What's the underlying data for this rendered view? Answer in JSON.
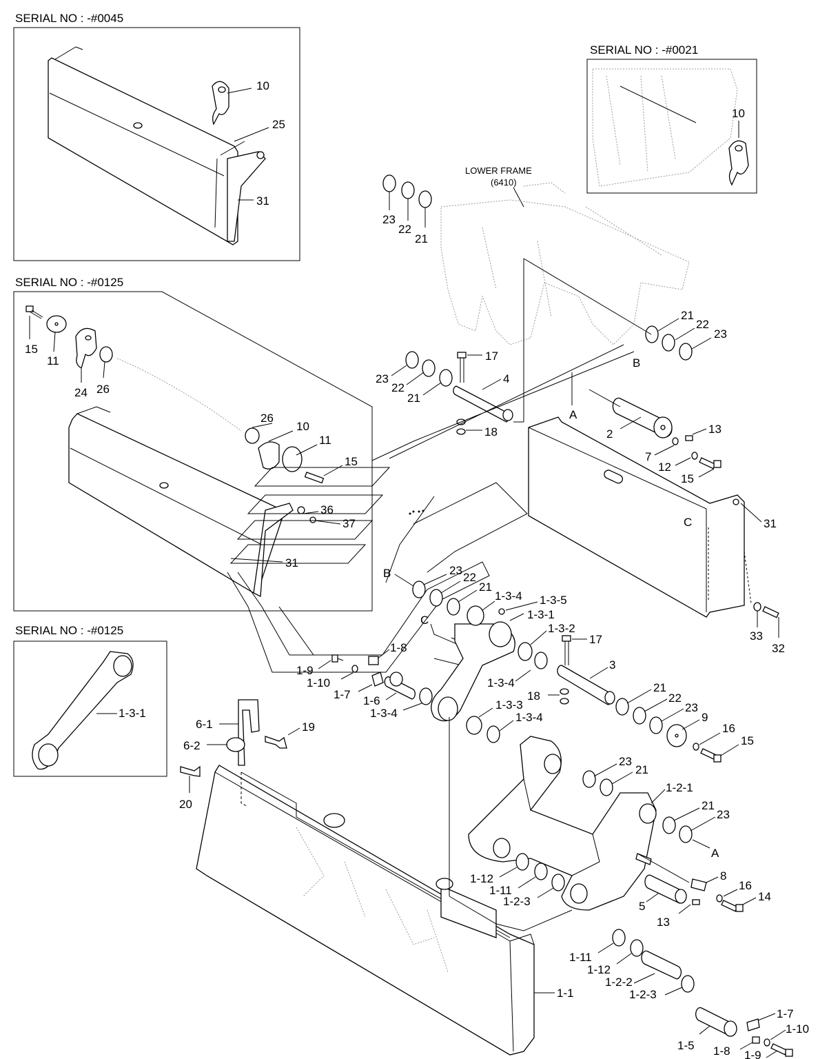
{
  "headers": {
    "serial_0045": "SERIAL NO : -#0045",
    "serial_0021": "SERIAL NO : -#0021",
    "serial_0125_a": "SERIAL NO : -#0125",
    "serial_0125_b": "SERIAL NO : -#0125",
    "lower_frame": "LOWER FRAME",
    "lower_frame_code": "(6410)"
  },
  "labels": [
    {
      "id": "l1",
      "text": "10"
    },
    {
      "id": "l2",
      "text": "25"
    },
    {
      "id": "l3",
      "text": "31"
    },
    {
      "id": "l4",
      "text": "10"
    },
    {
      "id": "l5",
      "text": "23"
    },
    {
      "id": "l6",
      "text": "22"
    },
    {
      "id": "l7",
      "text": "21"
    },
    {
      "id": "l8",
      "text": "15"
    },
    {
      "id": "l9",
      "text": "11"
    },
    {
      "id": "l10",
      "text": "24"
    },
    {
      "id": "l11",
      "text": "26"
    },
    {
      "id": "l12",
      "text": "26"
    },
    {
      "id": "l13",
      "text": "10"
    },
    {
      "id": "l14",
      "text": "11"
    },
    {
      "id": "l15",
      "text": "15"
    },
    {
      "id": "l16",
      "text": "36"
    },
    {
      "id": "l17",
      "text": "37"
    },
    {
      "id": "l18",
      "text": "31"
    },
    {
      "id": "l19",
      "text": "21"
    },
    {
      "id": "l20",
      "text": "22"
    },
    {
      "id": "l21",
      "text": "23"
    },
    {
      "id": "l22",
      "text": "B"
    },
    {
      "id": "l23",
      "text": "17"
    },
    {
      "id": "l24",
      "text": "4"
    },
    {
      "id": "l25",
      "text": "23"
    },
    {
      "id": "l26",
      "text": "22"
    },
    {
      "id": "l27",
      "text": "21"
    },
    {
      "id": "l28",
      "text": "18"
    },
    {
      "id": "l29",
      "text": "A"
    },
    {
      "id": "l30",
      "text": "2"
    },
    {
      "id": "l31",
      "text": "13"
    },
    {
      "id": "l32",
      "text": "7"
    },
    {
      "id": "l33",
      "text": "12"
    },
    {
      "id": "l34",
      "text": "15"
    },
    {
      "id": "l35",
      "text": "C"
    },
    {
      "id": "l36",
      "text": "31"
    },
    {
      "id": "l37",
      "text": "33"
    },
    {
      "id": "l38",
      "text": "32"
    },
    {
      "id": "l39",
      "text": "B"
    },
    {
      "id": "l40",
      "text": "23"
    },
    {
      "id": "l41",
      "text": "22"
    },
    {
      "id": "l42",
      "text": "21"
    },
    {
      "id": "l43",
      "text": "1-3-4"
    },
    {
      "id": "l44",
      "text": "1-3-5"
    },
    {
      "id": "l45",
      "text": "1-3-1"
    },
    {
      "id": "l46",
      "text": "C"
    },
    {
      "id": "l47",
      "text": "1-3-2"
    },
    {
      "id": "l48",
      "text": "17"
    },
    {
      "id": "l49",
      "text": "1-8"
    },
    {
      "id": "l50",
      "text": "1-9"
    },
    {
      "id": "l51",
      "text": "1-10"
    },
    {
      "id": "l52",
      "text": "1-7"
    },
    {
      "id": "l53",
      "text": "1-6"
    },
    {
      "id": "l54",
      "text": "1-3-4"
    },
    {
      "id": "l55",
      "text": "1-3-4"
    },
    {
      "id": "l56",
      "text": "3"
    },
    {
      "id": "l57",
      "text": "18"
    },
    {
      "id": "l58",
      "text": "1-3-3"
    },
    {
      "id": "l59",
      "text": "1-3-4"
    },
    {
      "id": "l60",
      "text": "21"
    },
    {
      "id": "l61",
      "text": "22"
    },
    {
      "id": "l62",
      "text": "23"
    },
    {
      "id": "l63",
      "text": "9"
    },
    {
      "id": "l64",
      "text": "16"
    },
    {
      "id": "l65",
      "text": "15"
    },
    {
      "id": "l66",
      "text": "1-3-1"
    },
    {
      "id": "l67",
      "text": "6-1"
    },
    {
      "id": "l68",
      "text": "19"
    },
    {
      "id": "l69",
      "text": "6-2"
    },
    {
      "id": "l70",
      "text": "20"
    },
    {
      "id": "l71",
      "text": "23"
    },
    {
      "id": "l72",
      "text": "21"
    },
    {
      "id": "l73",
      "text": "1-2-1"
    },
    {
      "id": "l74",
      "text": "21"
    },
    {
      "id": "l75",
      "text": "23"
    },
    {
      "id": "l76",
      "text": "A"
    },
    {
      "id": "l77",
      "text": "1-12"
    },
    {
      "id": "l78",
      "text": "1-11"
    },
    {
      "id": "l79",
      "text": "1-2-3"
    },
    {
      "id": "l80",
      "text": "8"
    },
    {
      "id": "l81",
      "text": "16"
    },
    {
      "id": "l82",
      "text": "14"
    },
    {
      "id": "l83",
      "text": "5"
    },
    {
      "id": "l84",
      "text": "13"
    },
    {
      "id": "l85",
      "text": "1-11"
    },
    {
      "id": "l86",
      "text": "1-12"
    },
    {
      "id": "l87",
      "text": "1-2-2"
    },
    {
      "id": "l88",
      "text": "1-2-3"
    },
    {
      "id": "l89",
      "text": "1-7"
    },
    {
      "id": "l90",
      "text": "1-10"
    },
    {
      "id": "l91",
      "text": "1-5"
    },
    {
      "id": "l92",
      "text": "1-8"
    },
    {
      "id": "l93",
      "text": "1-9"
    },
    {
      "id": "l94",
      "text": "1-1"
    }
  ]
}
